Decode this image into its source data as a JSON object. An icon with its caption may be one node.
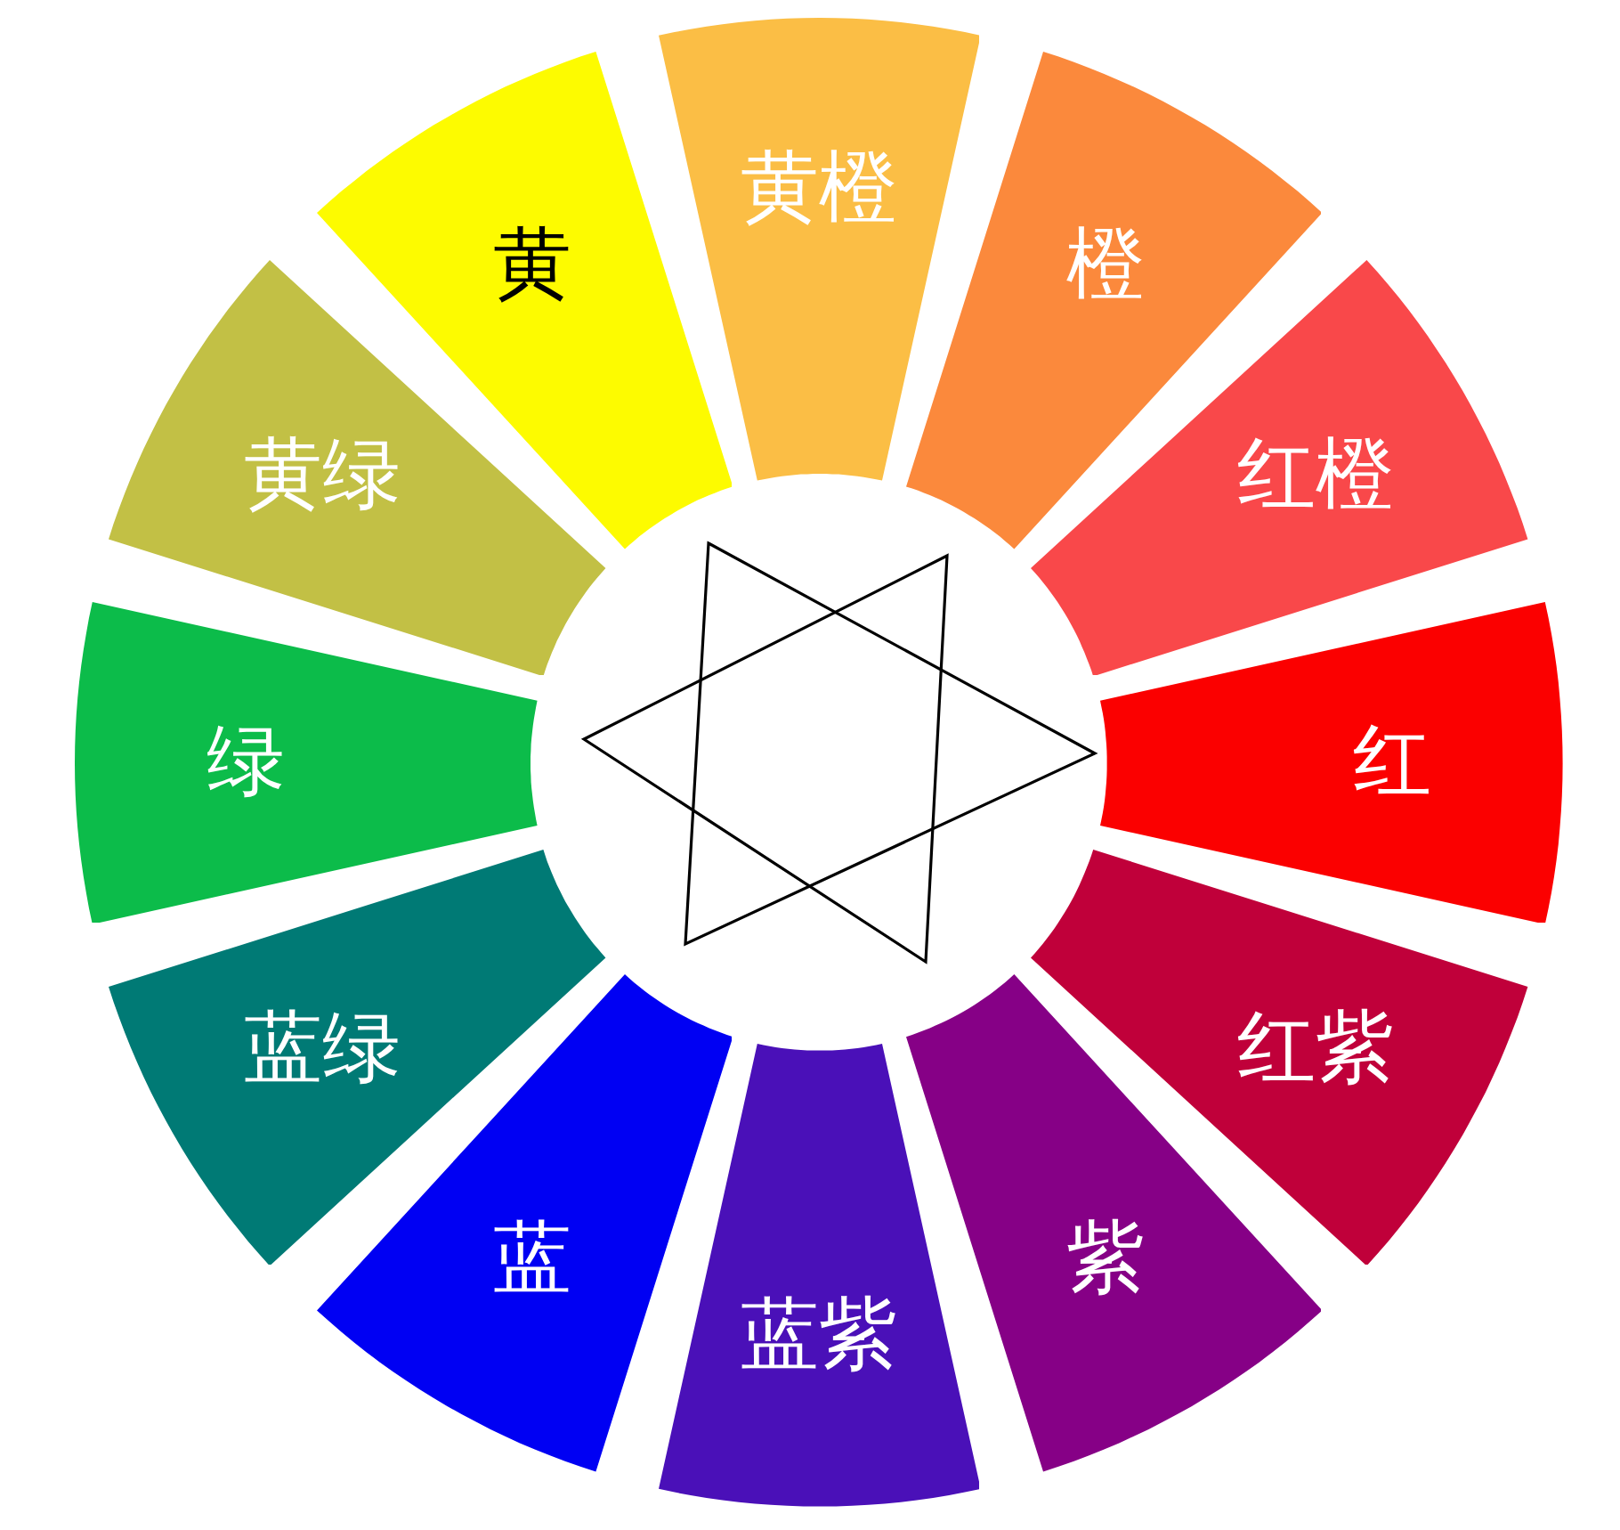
{
  "diagram": {
    "nodes": [
      {
        "text": [
          "黄"
        ]
      },
      {
        "text": [
          "黄橙"
        ]
      },
      {
        "text": [
          "橙"
        ]
      },
      {
        "text": [
          "红橙"
        ]
      },
      {
        "text": [
          "红"
        ]
      },
      {
        "text": [
          "红紫"
        ]
      },
      {
        "text": [
          "紫"
        ]
      },
      {
        "text": [
          "蓝紫"
        ]
      },
      {
        "text": [
          "蓝"
        ]
      },
      {
        "text": [
          "蓝绿"
        ]
      },
      {
        "text": [
          "绿"
        ]
      },
      {
        "text": [
          "黄绿"
        ]
      }
    ]
  }
}
